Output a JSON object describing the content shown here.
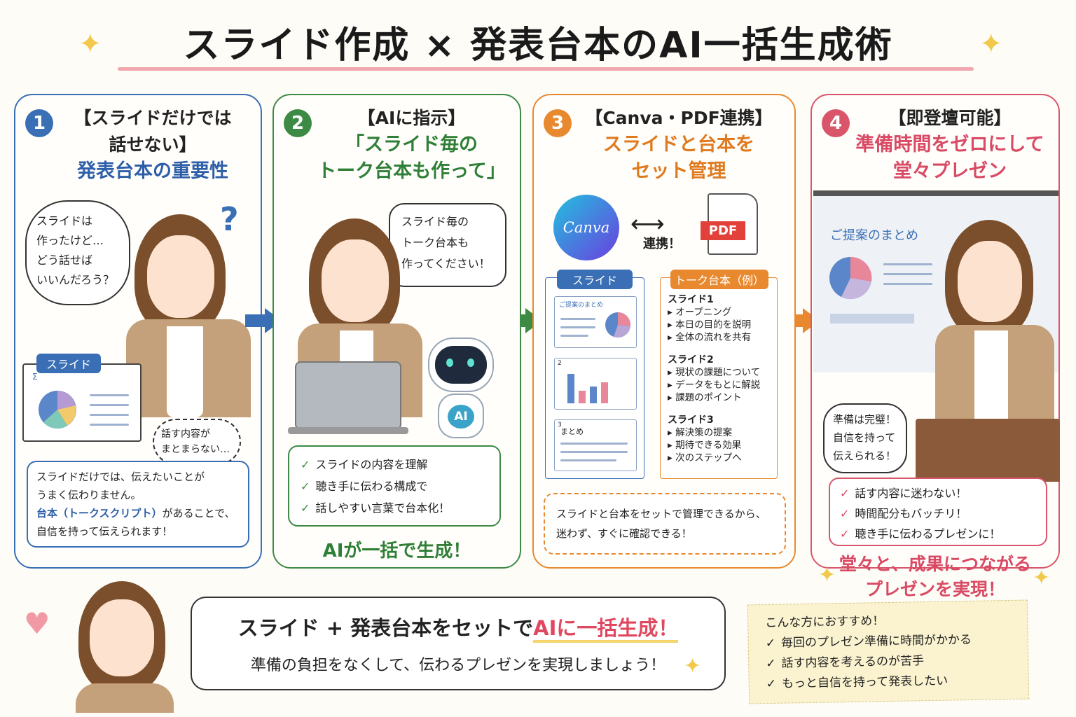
{
  "title": "スライド作成 × 発表台本のAI一括生成術",
  "panel1": {
    "num": "1",
    "heading_l1": "【スライドだけでは",
    "heading_l2": "話せない】",
    "subheading": "発表台本の重要性",
    "thought_l1": "スライドは",
    "thought_l2": "作ったけど…",
    "thought_l3": "どう話せば",
    "thought_l4": "いいんだろう？",
    "question_mark": "?",
    "slide_label": "スライド",
    "slide_sigma": "Σ",
    "worry_l1": "話す内容が",
    "worry_l2": "まとまらない…",
    "card_l1": "スライドだけでは、伝えたいことが",
    "card_l2": "うまく伝わりません。",
    "card_l3": "台本（トークスクリプト）",
    "card_l3b": "があることで、",
    "card_l4": "自信を持って伝えられます！"
  },
  "panel2": {
    "num": "2",
    "heading": "【AIに指示】",
    "sub_l1": "「スライド毎の",
    "sub_l2": "トーク台本も作って」",
    "bubble_l1": "スライド毎の",
    "bubble_l2": "トーク台本も",
    "bubble_l3": "作ってください！",
    "robot_badge": "AI",
    "checks": [
      "スライドの内容を理解",
      "聴き手に伝わる構成で",
      "話しやすい言葉で台本化！"
    ],
    "footer": "AIが一括で生成！"
  },
  "panel3": {
    "num": "3",
    "heading": "【Canva・PDF連携】",
    "sub_l1": "スライドと台本を",
    "sub_l2": "セット管理",
    "canva_logo": "Canva",
    "pdf_label": "PDF",
    "link_label": "連携！",
    "slides_tab": "スライド",
    "script_tab": "トーク台本（例）",
    "thumb1_title": "ご提案のまとめ",
    "thumb2_num": "2",
    "thumb3_num": "3",
    "thumb3_title": "まとめ",
    "script": [
      {
        "head": "スライド1",
        "items": [
          "オープニング",
          "本日の目的を説明",
          "全体の流れを共有"
        ]
      },
      {
        "head": "スライド2",
        "items": [
          "現状の課題について",
          "データをもとに解説",
          "課題のポイント"
        ]
      },
      {
        "head": "スライド3",
        "items": [
          "解決策の提案",
          "期待できる効果",
          "次のステップへ"
        ]
      }
    ],
    "note_l1": "スライドと台本をセットで管理できるから、",
    "note_l2": "迷わず、すぐに確認できる！"
  },
  "panel4": {
    "num": "4",
    "heading": "【即登壇可能】",
    "sub_l1": "準備時間をゼロにして",
    "sub_l2": "堂々プレゼン",
    "screen_title": "ご提案のまとめ",
    "bubble_l1": "準備は完璧！",
    "bubble_l2": "自信を持って",
    "bubble_l3": "伝えられる！",
    "checks": [
      "話す内容に迷わない！",
      "時間配分もバッチリ！",
      "聴き手に伝わるプレゼンに！"
    ],
    "footer_l1": "堂々と、成果につながる",
    "footer_l2": "プレゼンを実現！"
  },
  "bottom": {
    "line1_a": "スライド + 発表台本をセットで",
    "line1_hl": "AIに一括生成！",
    "line2": "準備の負担をなくして、伝わるプレゼンを実現しましょう！"
  },
  "note": {
    "title": "こんな方におすすめ！",
    "items": [
      "毎回のプレゼン準備に時間がかかる",
      "話す内容を考えるのが苦手",
      "もっと自信を持って発表したい"
    ]
  },
  "colors": {
    "blue": "#3a6fb5",
    "green": "#3d8a45",
    "orange": "#e8892f",
    "pink": "#d9556a",
    "highlight": "#e0485f"
  },
  "icons": {
    "sparkle": "✦",
    "check": "✓",
    "heart": "♥",
    "bullet": "▸"
  }
}
